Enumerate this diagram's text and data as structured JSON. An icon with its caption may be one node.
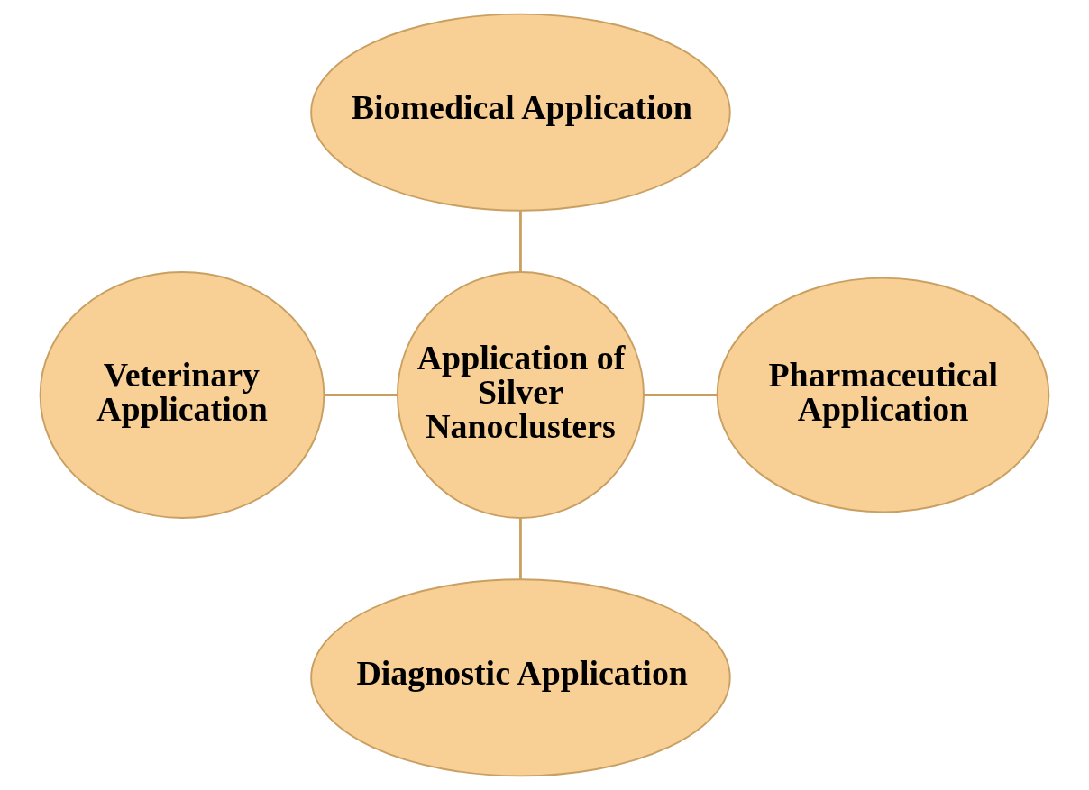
{
  "diagram": {
    "nodes": [
      {
        "text": [
          "Biomedical Application"
        ]
      },
      {
        "text": [
          "Veterinary Application"
        ]
      },
      {
        "text": [
          "Application of Silver Nanoclusters"
        ]
      },
      {
        "text": [
          "Pharmaceutical Application"
        ]
      },
      {
        "text": [
          "Diagnostic Application"
        ]
      }
    ],
    "edges": [
      {
        "from": 2,
        "to": 0,
        "arrow": "none"
      },
      {
        "from": 2,
        "to": 1,
        "arrow": "none"
      },
      {
        "from": 2,
        "to": 3,
        "arrow": "none"
      },
      {
        "from": 2,
        "to": 4,
        "arrow": "none"
      }
    ]
  }
}
